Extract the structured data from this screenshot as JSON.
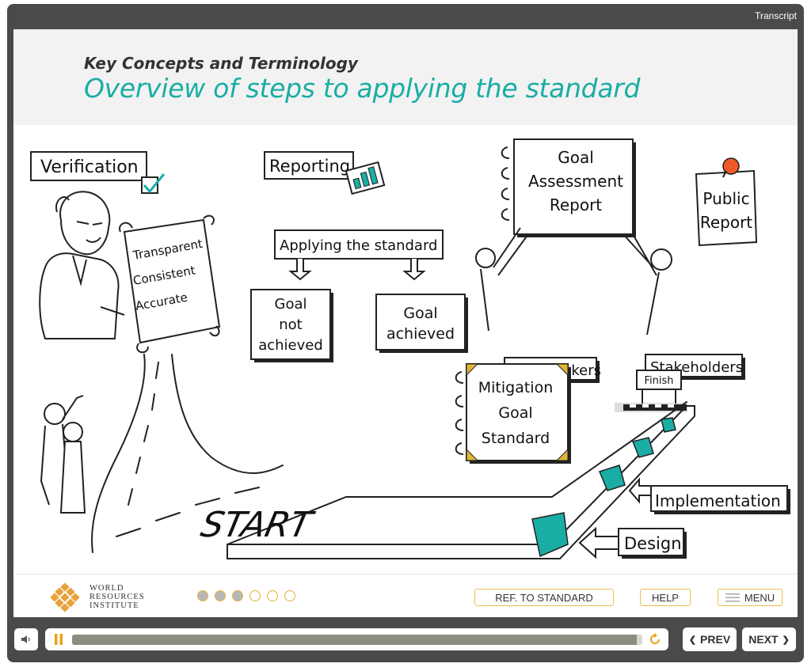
{
  "topbar": {
    "transcript_label": "Transcript"
  },
  "header": {
    "subtitle": "Key Concepts and Terminology",
    "title": "Overview of steps to applying the standard"
  },
  "illustration": {
    "verification": "Verification",
    "reporting": "Reporting",
    "scroll_lines": [
      "Transparent",
      "Consistent",
      "Accurate"
    ],
    "applying_standard": "Applying the standard",
    "goal_not_achieved": [
      "Goal",
      "not",
      "achieved"
    ],
    "goal_achieved": [
      "Goal",
      "achieved"
    ],
    "goal_assessment_report": [
      "Goal",
      "Assessment",
      "Report"
    ],
    "public_report": [
      "Public",
      "Report"
    ],
    "policymakers": "Policymakers",
    "stakeholders": "Stakeholders",
    "mitigation_goal_standard": [
      "Mitigation",
      "Goal",
      "Standard"
    ],
    "finish": "Finish",
    "start": "START",
    "implementation": "Implementation",
    "design": "Design"
  },
  "footer": {
    "org_name_lines": [
      "WORLD",
      "RESOURCES",
      "INSTITUTE"
    ],
    "progress_dots": {
      "total": 6,
      "completed": 3
    },
    "ref_button": "REF. TO STANDARD",
    "help_button": "HELP",
    "menu_button": "MENU"
  },
  "controls": {
    "playback_progress": 0.99,
    "prev_label": "PREV",
    "next_label": "NEXT"
  },
  "colors": {
    "accent": "#1aada4",
    "button_border": "#e8c04d",
    "frame": "#4a4a4a"
  }
}
